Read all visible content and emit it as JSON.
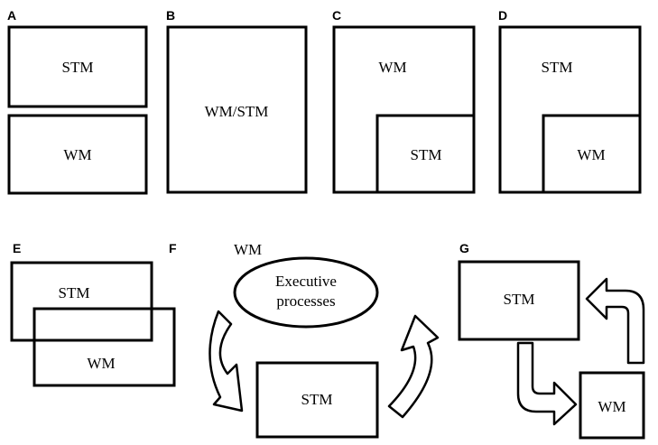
{
  "panels": {
    "A": {
      "letter": "A",
      "top_label": "STM",
      "bottom_label": "WM"
    },
    "B": {
      "letter": "B",
      "label": "WM/STM"
    },
    "C": {
      "letter": "C",
      "outer_label": "WM",
      "inner_label": "STM"
    },
    "D": {
      "letter": "D",
      "outer_label": "STM",
      "inner_label": "WM"
    },
    "E": {
      "letter": "E",
      "upper_label": "STM",
      "lower_label": "WM"
    },
    "F": {
      "letter": "F",
      "wm_label": "WM",
      "ellipse_line1": "Executive",
      "ellipse_line2": "processes",
      "box_label": "STM"
    },
    "G": {
      "letter": "G",
      "stm_label": "STM",
      "wm_label": "WM"
    }
  }
}
